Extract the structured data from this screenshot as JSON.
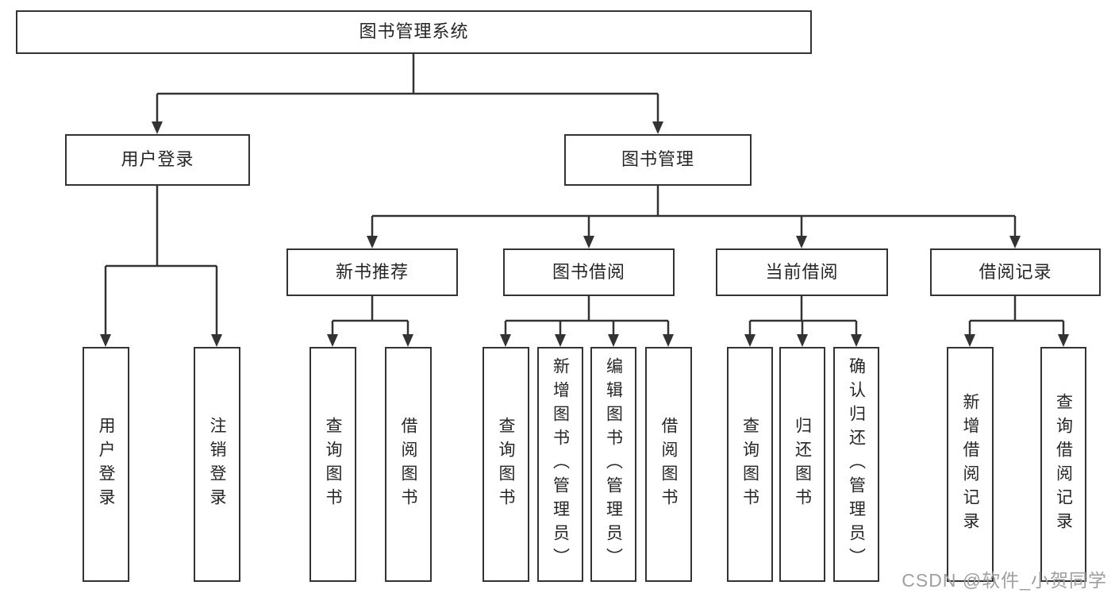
{
  "nodes": {
    "root": "图书管理系统",
    "user_login": "用户登录",
    "book_mgmt": "图书管理",
    "new_book_rec": "新书推荐",
    "book_borrow": "图书借阅",
    "current_borrow": "当前借阅",
    "borrow_record": "借阅记录",
    "leaf_user_login": "用户登录",
    "leaf_logout": "注销登录",
    "leaf_rec_query": "查询图书",
    "leaf_rec_borrow": "借阅图书",
    "leaf_bb_query": "查询图书",
    "leaf_bb_add": "新增图书（管理员）",
    "leaf_bb_edit": "编辑图书（管理员）",
    "leaf_bb_borrow": "借阅图书",
    "leaf_cb_query": "查询图书",
    "leaf_cb_return": "归还图书",
    "leaf_cb_confirm": "确认归还（管理员）",
    "leaf_br_add": "新增借阅记录",
    "leaf_br_query": "查询借阅记录"
  },
  "watermark": "CSDN @软件_小贺同学",
  "colors": {
    "line": "#333333",
    "text": "#262626",
    "watermark": "#9f9f9f",
    "background": "#ffffff"
  }
}
